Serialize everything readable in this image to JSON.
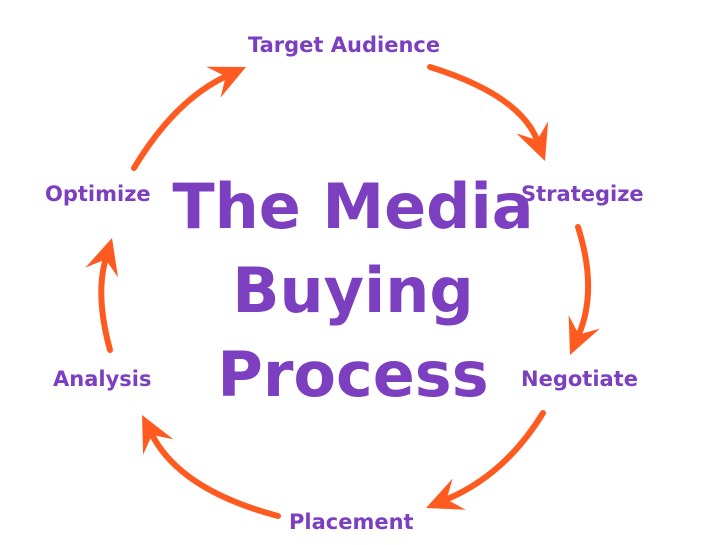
{
  "title": {
    "lines": [
      "The Media",
      "Buying",
      "Process"
    ]
  },
  "steps": [
    {
      "label": "Target Audience"
    },
    {
      "label": "Strategize"
    },
    {
      "label": "Negotiate"
    },
    {
      "label": "Placement"
    },
    {
      "label": "Analysis"
    },
    {
      "label": "Optimize"
    }
  ],
  "colors": {
    "text": "#7c3fbf",
    "arrow": "#ff5a1f"
  }
}
